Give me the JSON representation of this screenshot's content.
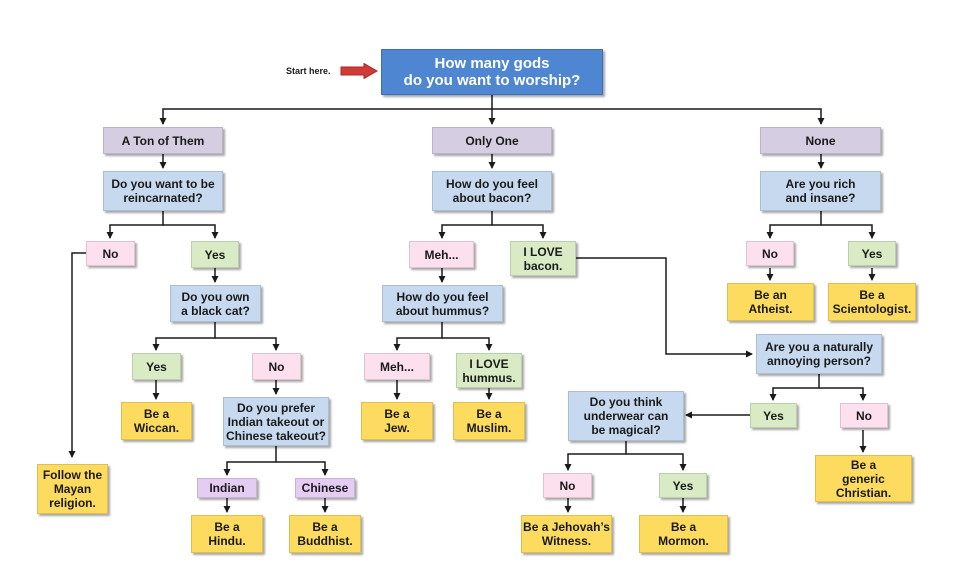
{
  "start_label": "Start here.",
  "colors": {
    "start": "#4f86d1",
    "category": "#d5cde2",
    "question": "#c6d9ef",
    "answer_no": "#fde0ee",
    "answer_yes": "#d8ebc4",
    "answer_option": "#e4ccf3",
    "result": "#fddb5e",
    "start_arrow": "#d03c35"
  },
  "nodes": {
    "root": "How many gods\ndo you want to worship?",
    "ton": "A Ton of Them",
    "one": "Only One",
    "none": "None",
    "reincarnated": "Do you want to be\nreincarnated?",
    "reinc_no": "No",
    "reinc_yes": "Yes",
    "blackcat": "Do you own\na black cat?",
    "cat_yes": "Yes",
    "cat_no": "No",
    "wiccan": "Be a\nWiccan.",
    "takeout": "Do you prefer\nIndian takeout or\nChinese takeout?",
    "indian": "Indian",
    "chinese": "Chinese",
    "hindu": "Be a\nHindu.",
    "buddhist": "Be a\nBuddhist.",
    "mayan": "Follow the\nMayan\nreligion.",
    "bacon": "How do you feel\nabout bacon?",
    "bacon_meh": "Meh...",
    "bacon_love": "I  LOVE\nbacon.",
    "hummus": "How do you feel\nabout hummus?",
    "hummus_meh": "Meh...",
    "hummus_love": "I  LOVE\nhummus.",
    "jew": "Be a\nJew.",
    "muslim": "Be a\nMuslim.",
    "rich": "Are you rich\nand insane?",
    "rich_no": "No",
    "rich_yes": "Yes",
    "atheist": "Be an\nAtheist.",
    "scientologist": "Be a\nScientologist.",
    "annoying": "Are you a naturally\nannoying person?",
    "annoy_yes": "Yes",
    "annoy_no": "No",
    "underwear": "Do you think\nunderwear can\nbe magical?",
    "under_no": "No",
    "under_yes": "Yes",
    "jehovah": "Be a Jehovah’s\nWitness.",
    "mormon": "Be a\nMormon.",
    "christian": "Be a\ngeneric\nChristian."
  }
}
